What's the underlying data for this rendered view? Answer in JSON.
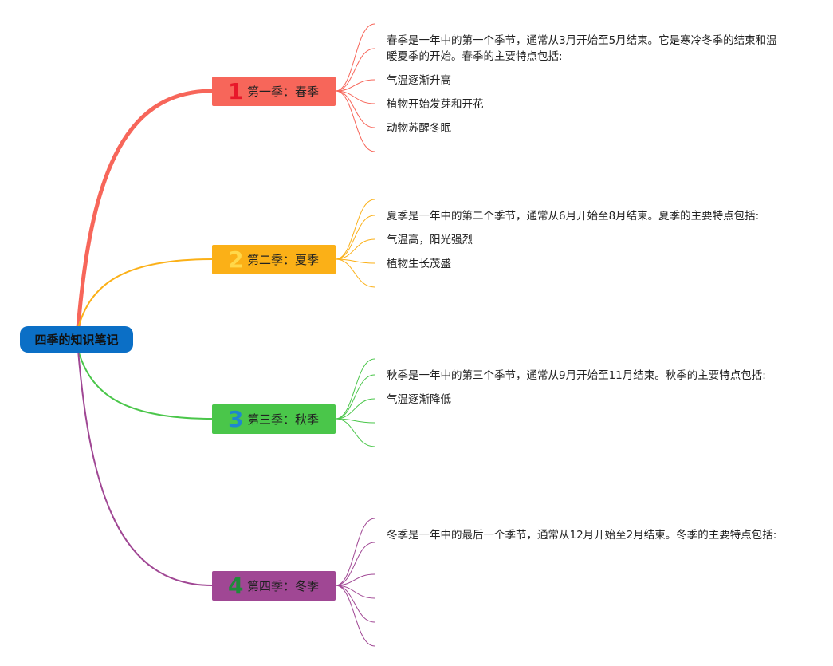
{
  "root": {
    "label": "四季的知识笔记"
  },
  "colors": {
    "root": "#0b6fc6"
  },
  "branches": [
    {
      "number": "1",
      "number_color": "#e8182a",
      "color": "#f7665a",
      "label": "第一季：春季",
      "notes": [
        "春季是一年中的第一个季节，通常从3月开始至5月结束。它是寒冷冬季的结束和温暖夏季的开始。春季的主要特点包括:",
        "气温逐渐升高",
        "植物开始发芽和开花",
        "动物苏醒冬眠",
        "",
        ""
      ]
    },
    {
      "number": "2",
      "number_color": "#ffd84a",
      "color": "#fbb017",
      "label": "第二季：夏季",
      "notes": [
        "夏季是一年中的第二个季节，通常从6月开始至8月结束。夏季的主要特点包括:",
        "气温高，阳光强烈",
        "植物生长茂盛",
        "",
        ""
      ]
    },
    {
      "number": "3",
      "number_color": "#1e86d0",
      "color": "#4ac64a",
      "label": "第三季：秋季",
      "notes": [
        "秋季是一年中的第三个季节，通常从9月开始至11月结束。秋季的主要特点包括:",
        "气温逐渐降低",
        "",
        "",
        ""
      ]
    },
    {
      "number": "4",
      "number_color": "#1f8a3a",
      "color": "#a04794",
      "label": "第四季：冬季",
      "notes": [
        "冬季是一年中的最后一个季节，通常从12月开始至2月结束。冬季的主要特点包括:",
        "",
        "",
        "",
        ""
      ]
    }
  ]
}
